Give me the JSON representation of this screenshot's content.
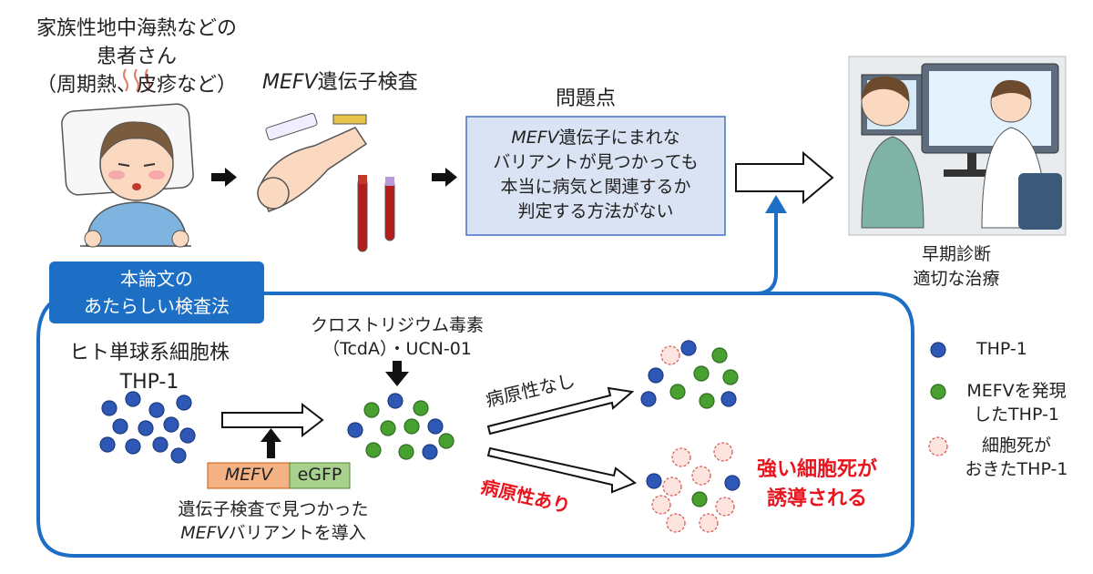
{
  "patient": {
    "line1": "家族性地中海熱などの",
    "line2": "患者さん",
    "line3": "（周期熱、皮疹など）"
  },
  "gene_test": {
    "italic": "MEFV",
    "rest": "遺伝子検査"
  },
  "problem": {
    "title": "問題点",
    "line1_italic": "MEFV",
    "line1_rest": "遺伝子にまれな",
    "line2": "バリアントが見つかっても",
    "line3": "本当に病気と関連するか",
    "line4": "判定する方法がない"
  },
  "outcome": {
    "line1": "早期診断",
    "line2": "適切な治療"
  },
  "method_label": {
    "line1": "本論文の",
    "line2": "あたらしい検査法"
  },
  "cell_line": {
    "line1": "ヒト単球系細胞株",
    "line2": "THP-1"
  },
  "toxin": {
    "line1": "クロストリジウム毒素",
    "line2": "（TcdA）・UCN-01"
  },
  "construct": {
    "mefv": "MEFV",
    "egfp": "eGFP"
  },
  "introduce": {
    "line1": "遺伝子検査で見つかった",
    "line2_italic": "MEFV",
    "line2_rest": "バリアントを導入"
  },
  "branches": {
    "no_path": "病原性なし",
    "path": "病原性あり"
  },
  "result": {
    "line1": "強い細胞死が",
    "line2": "誘導される"
  },
  "legend": {
    "thp1": "THP-1",
    "mefv_line1": "MEFVを発現",
    "mefv_line2": "したTHP-1",
    "death_line1": "細胞死が",
    "death_line2": "おきたTHP-1"
  },
  "colors": {
    "blue_cell": "#2f58b6",
    "green_cell": "#47a030",
    "dead_fill": "#fde4de",
    "dead_stroke": "#d9534f",
    "frame_blue": "#1c6fc4",
    "problem_fill": "#dae3f3",
    "mefv_fill": "#f4b183",
    "egfp_fill": "#a9d18e",
    "red_text": "#e8141e"
  }
}
